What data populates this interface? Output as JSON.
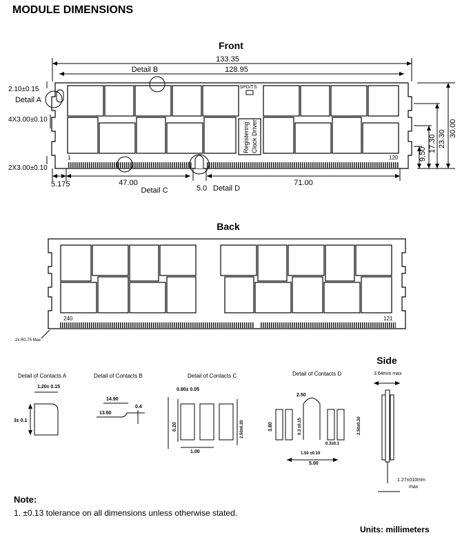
{
  "title": "MODULE DIMENSIONS",
  "front": {
    "heading": "Front",
    "overall_width": "133.35",
    "detail_b_label": "Detail B",
    "inner_width": "128.95",
    "notch_top": "2.10±0.15",
    "detail_a_label": "Detail A",
    "holes_dim": "4X3.00±0.10",
    "bottom_holes_dim": "2X3.00±0.10",
    "spd_label": "SPD/TS",
    "register_label_1": "Registering",
    "register_label_2": "Clock Driver",
    "pin_first": "1",
    "pin_last": "120",
    "dim_5175": "5.175",
    "dim_47": "47.00",
    "dim_5": "5.0",
    "dim_71": "71.00",
    "detail_c_label": "Detail C",
    "detail_d_label": "Detail D",
    "h_950": "9.50",
    "h_1730": "17.30",
    "h_2330": "23.30",
    "h_3000": "30.00"
  },
  "back": {
    "heading": "Back",
    "pin_first": "240",
    "pin_last": "121",
    "radius_note": "2x R0.75 Max"
  },
  "details": {
    "a": {
      "title": "Detail of Contacts A",
      "w": "1.20± 0.15",
      "h": "3± 0.1"
    },
    "b": {
      "title": "Detail of Contacts B",
      "d1": "14.90",
      "d2": "0.4",
      "d3": "13.60"
    },
    "c": {
      "title": "Detail of Contacts C",
      "d1": "0.80± 0.05",
      "d2": "0.20",
      "d3": "2.50±0.20",
      "d4": "1.00"
    },
    "d": {
      "title": "Detail of Contacts D",
      "d1": "2.50",
      "d2": "3.80",
      "d3": "0.3 ±0.15",
      "d4": "2.50±0.20",
      "d5": "0.3±0.1",
      "d6": "1.50 ±0.10",
      "d7": "5.00"
    }
  },
  "side": {
    "heading": "Side",
    "max": "3.64mm max",
    "pitch_1": "1.27±010mm",
    "pitch_2": "max"
  },
  "note": {
    "title": "Note:",
    "text": "1. ±0.13 tolerance on all dimensions unless otherwise stated."
  },
  "units": "Units: millimeters"
}
